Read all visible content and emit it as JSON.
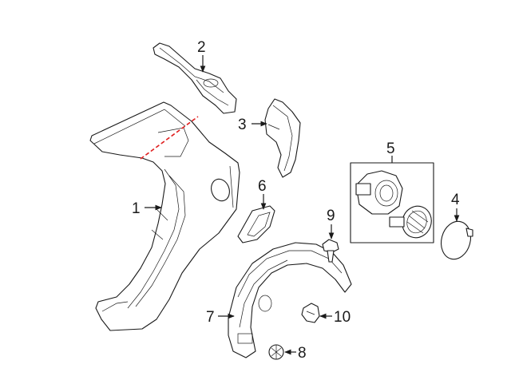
{
  "callouts": [
    {
      "id": "1",
      "label": "1"
    },
    {
      "id": "2",
      "label": "2"
    },
    {
      "id": "3",
      "label": "3"
    },
    {
      "id": "4",
      "label": "4"
    },
    {
      "id": "5",
      "label": "5"
    },
    {
      "id": "6",
      "label": "6"
    },
    {
      "id": "7",
      "label": "7"
    },
    {
      "id": "8",
      "label": "8"
    },
    {
      "id": "9",
      "label": "9"
    },
    {
      "id": "10",
      "label": "10"
    }
  ],
  "colors": {
    "line": "#1a1a1a",
    "cut_line": "#e02020",
    "background": "#ffffff"
  }
}
